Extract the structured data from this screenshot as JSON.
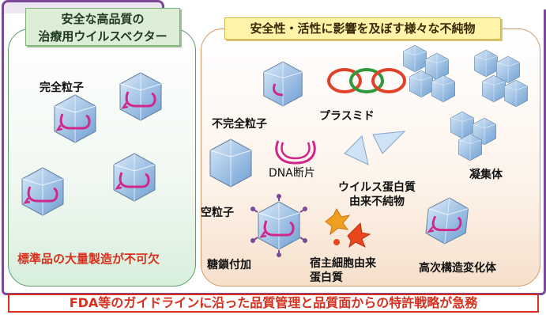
{
  "left_panel": {
    "title_line1": "安全な高品質の",
    "title_line2": "治療用ウイルスベクター",
    "label_full_particle": "完全粒子",
    "footer": "標準品の大量製造が不可欠"
  },
  "right_panel": {
    "title": "安全性・活性に影響を及ぼす様々な不純物",
    "label_incomplete": "不完全粒子",
    "label_plasmid": "プラスミド",
    "label_dna": "DNA断片",
    "label_virus_protein_1": "ウイルス蛋白質",
    "label_virus_protein_2": "由来不純物",
    "label_aggregate": "凝集体",
    "label_empty": "空粒子",
    "label_glyco": "糖鎖付加",
    "label_host_1": "宿主細胞由来",
    "label_host_2": "蛋白質",
    "label_higher_order": "高次構造変化体"
  },
  "bottom_banner": "FDA等のガイドラインに沿った品質管理と品質面からの特許戦略が急務",
  "colors": {
    "frame": "#7a4a98",
    "left_border": "#5e9a6a",
    "right_border": "#d49a6a",
    "accent_red": "#d7301f",
    "particle_blue": "#8fb6e0",
    "dna_magenta": "#d0288a"
  }
}
